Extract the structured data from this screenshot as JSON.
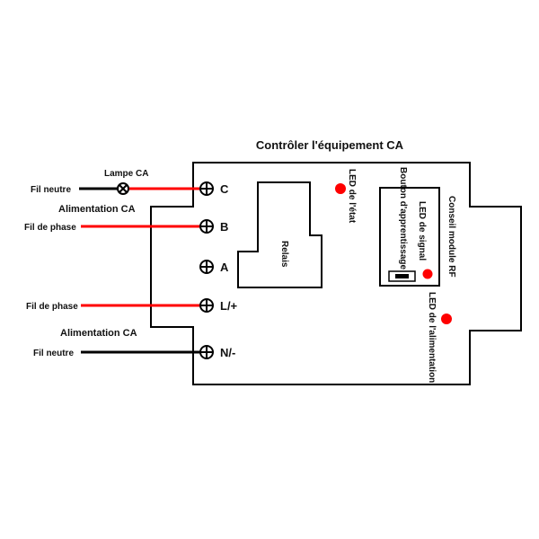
{
  "title": "Contrôler l'équipement CA",
  "colors": {
    "live_wire": "#ff0000",
    "neutral_wire": "#000000",
    "led": "#ff0000",
    "outline": "#000000"
  },
  "left_labels": {
    "neutral_top": "Fil neutre",
    "lamp": "Lampe CA",
    "supply_top": "Alimentation CA",
    "phase_b": "Fil de phase",
    "phase_l": "Fil de phase",
    "supply_bottom": "Alimentation CA",
    "neutral_bottom": "Fil neutre"
  },
  "terminals": [
    {
      "label": "C"
    },
    {
      "label": "B"
    },
    {
      "label": "A"
    },
    {
      "label": "L/+"
    },
    {
      "label": "N/-"
    }
  ],
  "components": {
    "relay": "Relais",
    "status_led": "LED de l'état",
    "learn_button": "Bouton d'apprentissage",
    "signal_led": "LED de signal",
    "rf_module": "Conseil module RF",
    "power_led": "LED de l'alimentation"
  }
}
